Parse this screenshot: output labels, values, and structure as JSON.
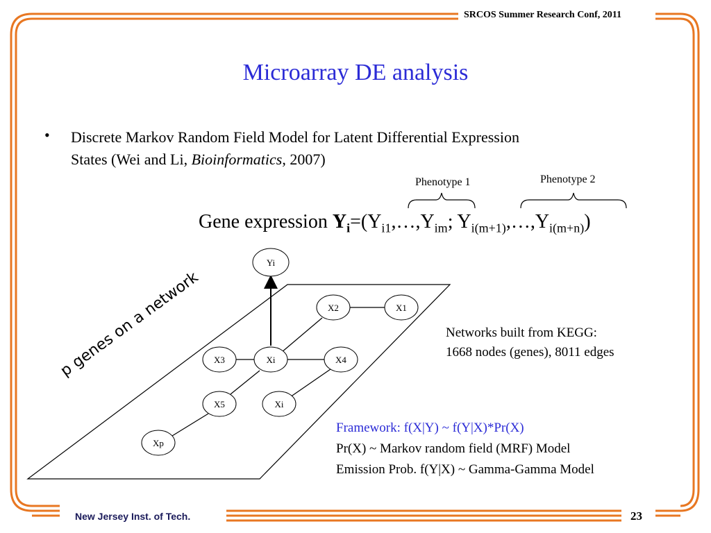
{
  "header": {
    "conference": "SRCOS Summer Research Conf, 2011"
  },
  "title": "Microarray DE analysis",
  "bullet": {
    "marker": "•",
    "line1": "Discrete Markov Random Field Model for Latent Differential Expression",
    "line2_pre": "States (Wei and Li, ",
    "line2_italic": "Bioinformatics",
    "line2_post": ", 2007)"
  },
  "phenotypes": {
    "p1": "Phenotype 1",
    "p2": "Phenotype 2"
  },
  "gene_expression": {
    "prefix": "Gene expression ",
    "Y": "Y",
    "i": "i",
    "eq": "=(Y",
    "s1": "i1",
    "mid1": ",…,Y",
    "s2": "im",
    "mid2": "; Y",
    "s3": "i(m+1)",
    "mid3": ",…,Y",
    "s4": "i(m+n)",
    "end": ")"
  },
  "network": {
    "side_label": "p genes on a network",
    "nodes": {
      "yi": "Yi",
      "x1": "X1",
      "x2": "X2",
      "x3": "X3",
      "xi": "Xi",
      "x4": "X4",
      "x5": "X5",
      "xi2": "Xi",
      "xp": "Xp"
    }
  },
  "network_info": {
    "line1": "Networks built from KEGG:",
    "line2": "1668 nodes (genes), 8011 edges"
  },
  "framework": {
    "line1": "Framework:  f(X|Y) ~ f(Y|X)*Pr(X)",
    "line2": "Pr(X) ~ Markov random field (MRF) Model",
    "line3": "Emission Prob. f(Y|X) ~ Gamma-Gamma Model"
  },
  "footer": {
    "institution": "New Jersey Inst. of Tech.",
    "page": "23"
  },
  "colors": {
    "frame": "#e87722",
    "title": "#2b2bd6",
    "footer_text": "#1a1a5a"
  }
}
